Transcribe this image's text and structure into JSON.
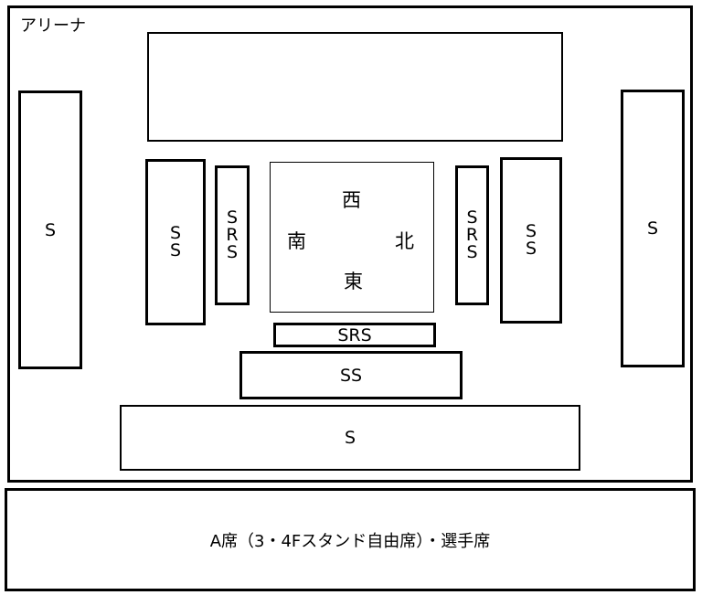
{
  "arena": {
    "label": "アリーナ"
  },
  "sections": {
    "left_s": "S",
    "right_s": "S",
    "left_ss": [
      "S",
      "S"
    ],
    "right_ss": [
      "S",
      "S"
    ],
    "left_srs": [
      "S",
      "R",
      "S"
    ],
    "right_srs": [
      "S",
      "R",
      "S"
    ],
    "bottom_srs": "SRS",
    "bottom_ss": "SS",
    "bottom_s": "S"
  },
  "ring": {
    "west": "西",
    "south": "南",
    "north": "北",
    "east": "東"
  },
  "stand": {
    "label": "A席（3・4Fスタンド自由席）・選手席"
  }
}
